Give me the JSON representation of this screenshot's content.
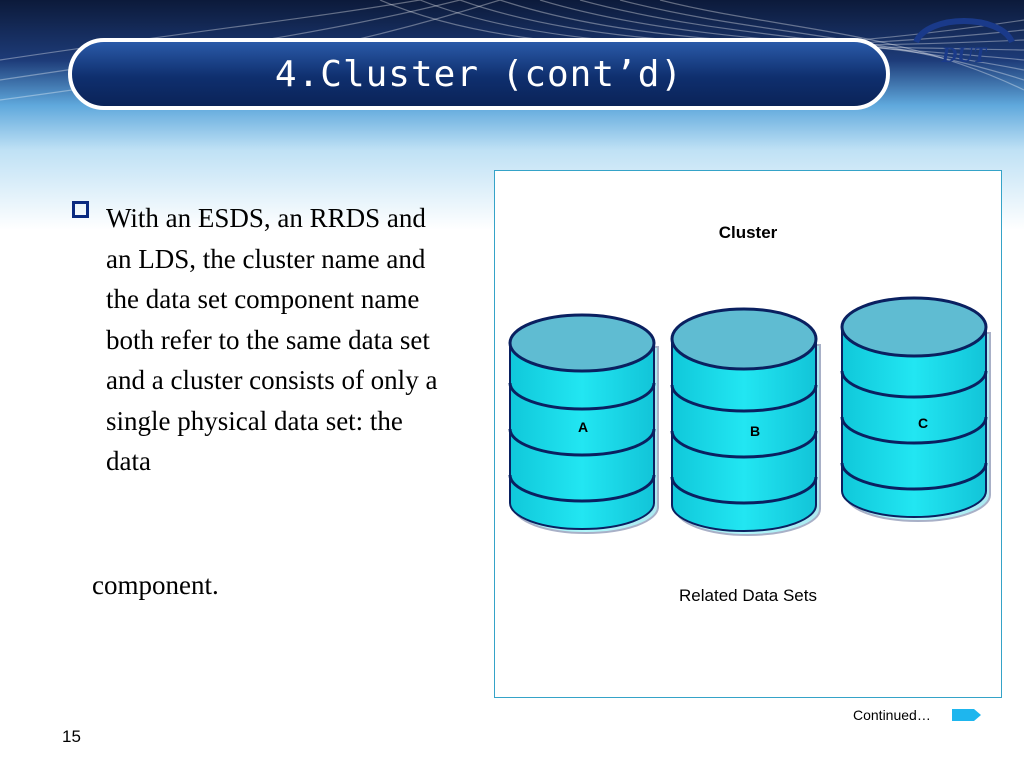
{
  "slide": {
    "title": "4.Cluster (cont’d)",
    "logo_text": "DUT",
    "bullet_text": "With an ESDS, an RRDS and an LDS, the cluster name and the data set component name both refer to the same data set and a cluster consists of only a single physical data set: the data",
    "bullet_continuation": "component.",
    "page_number": "15",
    "continued_label": "Continued…"
  },
  "figure": {
    "title": "Cluster",
    "caption": "Related Data Sets",
    "cylinders": [
      {
        "label": "A"
      },
      {
        "label": "B"
      },
      {
        "label": "C"
      }
    ]
  },
  "colors": {
    "title_bar": "#0f2f6e",
    "cylinder_fill": "#19dcec",
    "cylinder_top": "#5fbcd2",
    "cylinder_stroke": "#0a2060",
    "figure_border": "#35a3c8",
    "bullet_square": "#0a2a80",
    "arrow": "#1eb6ee"
  },
  "icons": {
    "bullet": "hollow-square-bullet-icon",
    "continue": "arrow-right-icon"
  }
}
